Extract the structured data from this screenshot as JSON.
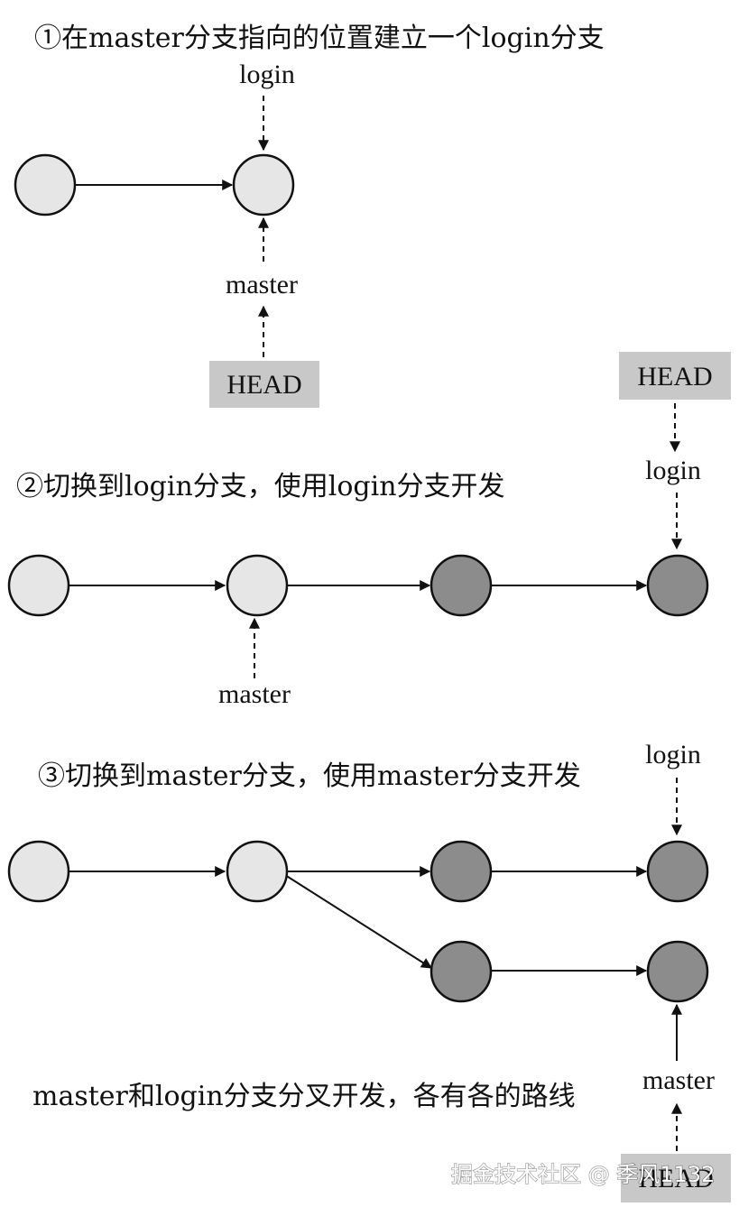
{
  "diagram": {
    "step1": {
      "caption": "①在master分支指向的位置建立一个login分支",
      "labels": {
        "login": "login",
        "master": "master",
        "head": "HEAD"
      }
    },
    "step2": {
      "caption": "②切换到login分支，使用login分支开发",
      "labels": {
        "head": "HEAD",
        "login": "login",
        "master": "master"
      }
    },
    "step3": {
      "caption": "③切换到master分支，使用master分支开发",
      "labels": {
        "login": "login",
        "master": "master",
        "head": "HEAD"
      },
      "footer": "master和login分支分叉开发，各有各的路线"
    }
  },
  "watermark": "掘金技术社区 @ 季风1132",
  "colors": {
    "node_light": "#e6e6e6",
    "node_dark": "#8c8c8c",
    "head_box": "#c8c8c8",
    "stroke": "#111111"
  }
}
